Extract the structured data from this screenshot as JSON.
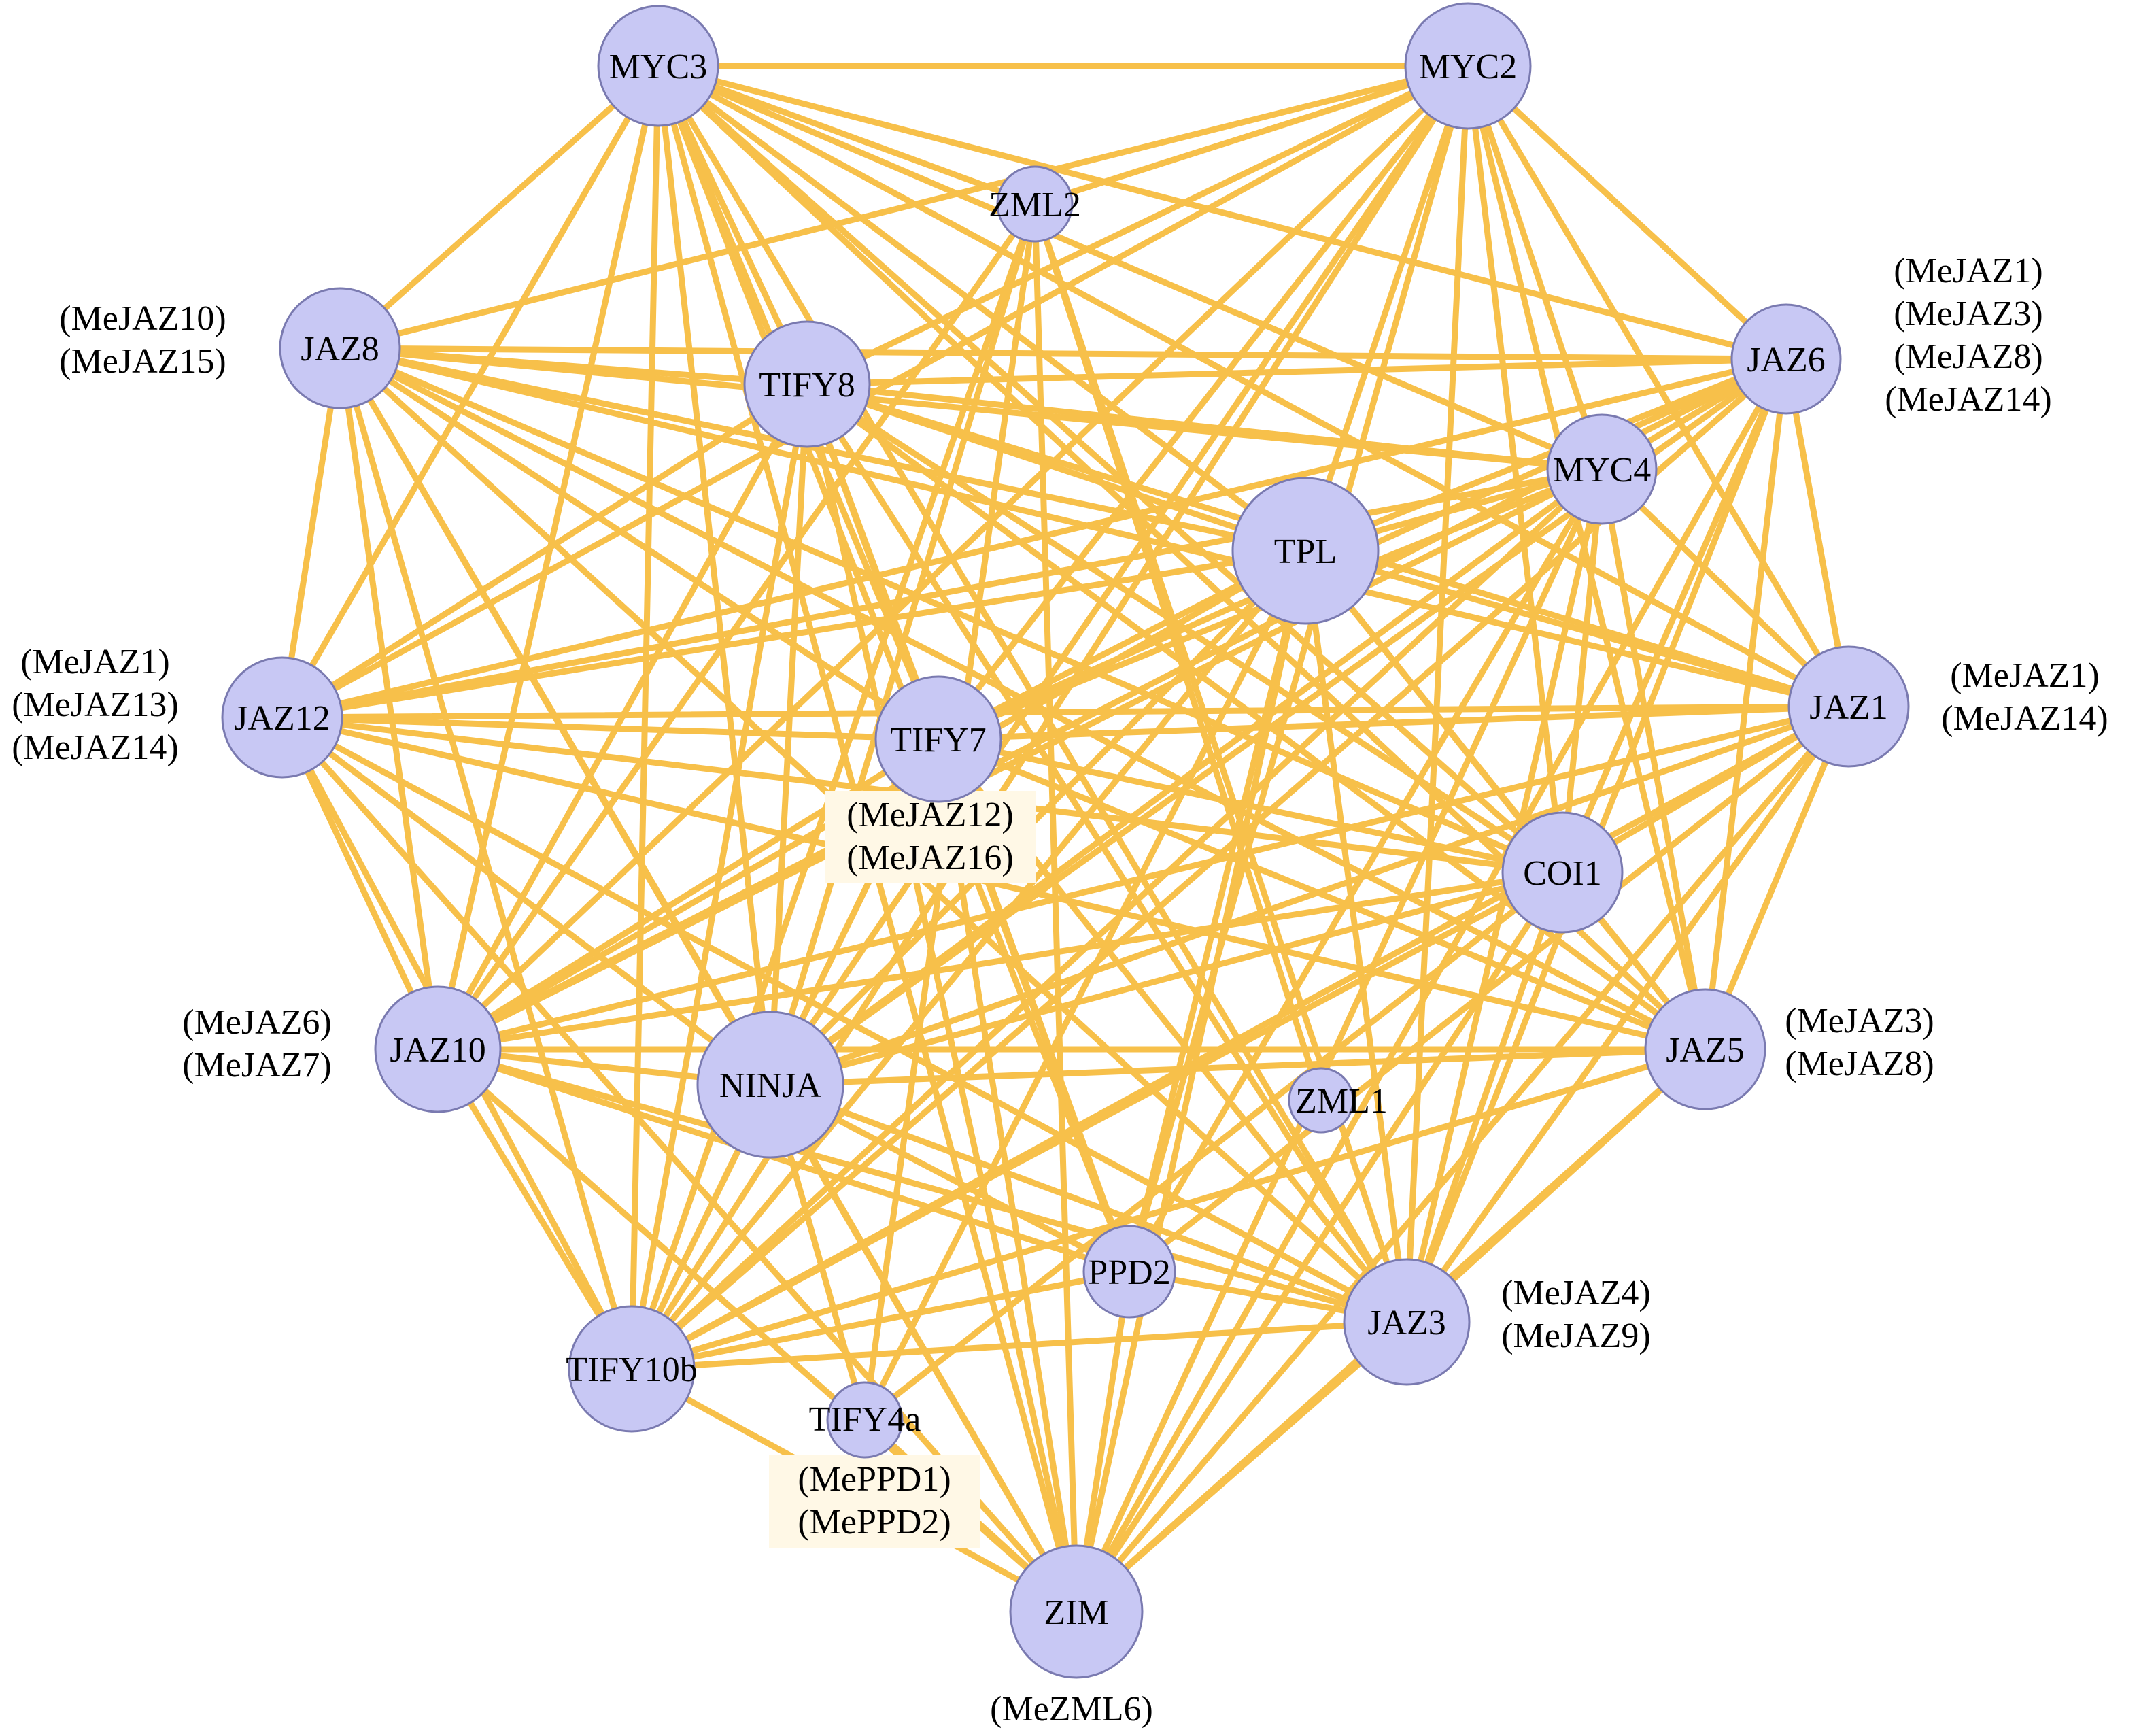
{
  "colors": {
    "edge": "#f7c04a",
    "node_fill": "#c8c8f4",
    "node_stroke": "#7a7ab0",
    "label_bg": "#fff8e6"
  },
  "nodes": [
    {
      "id": "MYC3",
      "label": "MYC3"
    },
    {
      "id": "MYC2",
      "label": "MYC2"
    },
    {
      "id": "ZML2",
      "label": "ZML2"
    },
    {
      "id": "JAZ8",
      "label": "JAZ8"
    },
    {
      "id": "TIFY8",
      "label": "TIFY8"
    },
    {
      "id": "JAZ6",
      "label": "JAZ6"
    },
    {
      "id": "MYC4",
      "label": "MYC4"
    },
    {
      "id": "TPL",
      "label": "TPL"
    },
    {
      "id": "JAZ12",
      "label": "JAZ12"
    },
    {
      "id": "TIFY7",
      "label": "TIFY7"
    },
    {
      "id": "JAZ1",
      "label": "JAZ1"
    },
    {
      "id": "COI1",
      "label": "COI1"
    },
    {
      "id": "JAZ10",
      "label": "JAZ10"
    },
    {
      "id": "NINJA",
      "label": "NINJA"
    },
    {
      "id": "ZML1",
      "label": "ZML1"
    },
    {
      "id": "JAZ5",
      "label": "JAZ5"
    },
    {
      "id": "PPD2",
      "label": "PPD2"
    },
    {
      "id": "JAZ3",
      "label": "JAZ3"
    },
    {
      "id": "TIFY10b",
      "label": "TIFY10b"
    },
    {
      "id": "TIFY4a",
      "label": "TIFY4a"
    },
    {
      "id": "ZIM",
      "label": "ZIM"
    }
  ],
  "annotations": [
    {
      "node": "JAZ8",
      "lines": [
        "(MeJAZ10)",
        "(MeJAZ15)"
      ]
    },
    {
      "node": "JAZ6",
      "lines": [
        "(MeJAZ1)",
        "(MeJAZ3)",
        "(MeJAZ8)",
        "(MeJAZ14)"
      ]
    },
    {
      "node": "JAZ12",
      "lines": [
        "(MeJAZ1)",
        "(MeJAZ13)",
        "(MeJAZ14)"
      ]
    },
    {
      "node": "JAZ1",
      "lines": [
        "(MeJAZ1)",
        "(MeJAZ14)"
      ]
    },
    {
      "node": "TIFY7",
      "lines": [
        "(MeJAZ12)",
        "(MeJAZ16)"
      ]
    },
    {
      "node": "JAZ10",
      "lines": [
        "(MeJAZ6)",
        "(MeJAZ7)"
      ]
    },
    {
      "node": "JAZ5",
      "lines": [
        "(MeJAZ3)",
        "(MeJAZ8)"
      ]
    },
    {
      "node": "JAZ3",
      "lines": [
        "(MeJAZ4)",
        "(MeJAZ9)"
      ]
    },
    {
      "node": "TIFY4a",
      "lines": [
        "(MePPD1)",
        "(MePPD2)"
      ]
    },
    {
      "node": "ZIM",
      "lines": [
        "(MeZML6)"
      ]
    }
  ],
  "edges": [
    [
      "MYC3",
      "MYC2"
    ],
    [
      "MYC3",
      "ZML2"
    ],
    [
      "MYC3",
      "JAZ8"
    ],
    [
      "MYC3",
      "TIFY8"
    ],
    [
      "MYC3",
      "JAZ6"
    ],
    [
      "MYC3",
      "MYC4"
    ],
    [
      "MYC3",
      "TPL"
    ],
    [
      "MYC3",
      "JAZ12"
    ],
    [
      "MYC3",
      "TIFY7"
    ],
    [
      "MYC3",
      "JAZ1"
    ],
    [
      "MYC3",
      "COI1"
    ],
    [
      "MYC3",
      "JAZ10"
    ],
    [
      "MYC3",
      "NINJA"
    ],
    [
      "MYC3",
      "JAZ5"
    ],
    [
      "MYC3",
      "JAZ3"
    ],
    [
      "MYC3",
      "TIFY10b"
    ],
    [
      "MYC3",
      "ZIM"
    ],
    [
      "MYC3",
      "PPD2"
    ],
    [
      "MYC2",
      "ZML2"
    ],
    [
      "MYC2",
      "JAZ8"
    ],
    [
      "MYC2",
      "TIFY8"
    ],
    [
      "MYC2",
      "JAZ6"
    ],
    [
      "MYC2",
      "MYC4"
    ],
    [
      "MYC2",
      "TPL"
    ],
    [
      "MYC2",
      "JAZ12"
    ],
    [
      "MYC2",
      "TIFY7"
    ],
    [
      "MYC2",
      "JAZ1"
    ],
    [
      "MYC2",
      "COI1"
    ],
    [
      "MYC2",
      "JAZ10"
    ],
    [
      "MYC2",
      "NINJA"
    ],
    [
      "MYC2",
      "JAZ5"
    ],
    [
      "MYC2",
      "JAZ3"
    ],
    [
      "MYC2",
      "TIFY10b"
    ],
    [
      "MYC2",
      "PPD2"
    ],
    [
      "ZML2",
      "JAZ10"
    ],
    [
      "ZML2",
      "NINJA"
    ],
    [
      "ZML2",
      "ZIM"
    ],
    [
      "ZML2",
      "TIFY4a"
    ],
    [
      "ZML2",
      "JAZ3"
    ],
    [
      "ZML2",
      "TIFY10b"
    ],
    [
      "ZML2",
      "ZML1"
    ],
    [
      "JAZ8",
      "TIFY8"
    ],
    [
      "JAZ8",
      "JAZ6"
    ],
    [
      "JAZ8",
      "MYC4"
    ],
    [
      "JAZ8",
      "TPL"
    ],
    [
      "JAZ8",
      "JAZ12"
    ],
    [
      "JAZ8",
      "TIFY7"
    ],
    [
      "JAZ8",
      "JAZ1"
    ],
    [
      "JAZ8",
      "COI1"
    ],
    [
      "JAZ8",
      "JAZ10"
    ],
    [
      "JAZ8",
      "NINJA"
    ],
    [
      "JAZ8",
      "JAZ5"
    ],
    [
      "JAZ8",
      "JAZ3"
    ],
    [
      "JAZ8",
      "TIFY10b"
    ],
    [
      "JAZ8",
      "ZIM"
    ],
    [
      "TIFY8",
      "JAZ6"
    ],
    [
      "TIFY8",
      "MYC4"
    ],
    [
      "TIFY8",
      "TPL"
    ],
    [
      "TIFY8",
      "JAZ12"
    ],
    [
      "TIFY8",
      "TIFY7"
    ],
    [
      "TIFY8",
      "JAZ1"
    ],
    [
      "TIFY8",
      "COI1"
    ],
    [
      "TIFY8",
      "JAZ10"
    ],
    [
      "TIFY8",
      "NINJA"
    ],
    [
      "TIFY8",
      "JAZ5"
    ],
    [
      "TIFY8",
      "JAZ3"
    ],
    [
      "TIFY8",
      "TIFY10b"
    ],
    [
      "TIFY8",
      "ZIM"
    ],
    [
      "TIFY8",
      "PPD2"
    ],
    [
      "JAZ6",
      "MYC4"
    ],
    [
      "JAZ6",
      "TPL"
    ],
    [
      "JAZ6",
      "JAZ12"
    ],
    [
      "JAZ6",
      "TIFY7"
    ],
    [
      "JAZ6",
      "JAZ1"
    ],
    [
      "JAZ6",
      "COI1"
    ],
    [
      "JAZ6",
      "JAZ10"
    ],
    [
      "JAZ6",
      "NINJA"
    ],
    [
      "JAZ6",
      "JAZ5"
    ],
    [
      "JAZ6",
      "JAZ3"
    ],
    [
      "JAZ6",
      "TIFY10b"
    ],
    [
      "JAZ6",
      "ZIM"
    ],
    [
      "MYC4",
      "TPL"
    ],
    [
      "MYC4",
      "JAZ12"
    ],
    [
      "MYC4",
      "TIFY7"
    ],
    [
      "MYC4",
      "JAZ1"
    ],
    [
      "MYC4",
      "COI1"
    ],
    [
      "MYC4",
      "JAZ10"
    ],
    [
      "MYC4",
      "NINJA"
    ],
    [
      "MYC4",
      "JAZ5"
    ],
    [
      "MYC4",
      "JAZ3"
    ],
    [
      "MYC4",
      "TIFY10b"
    ],
    [
      "MYC4",
      "ZIM"
    ],
    [
      "MYC4",
      "PPD2"
    ],
    [
      "TPL",
      "JAZ12"
    ],
    [
      "TPL",
      "TIFY7"
    ],
    [
      "TPL",
      "JAZ1"
    ],
    [
      "TPL",
      "COI1"
    ],
    [
      "TPL",
      "JAZ10"
    ],
    [
      "TPL",
      "NINJA"
    ],
    [
      "TPL",
      "JAZ5"
    ],
    [
      "TPL",
      "JAZ3"
    ],
    [
      "TPL",
      "TIFY10b"
    ],
    [
      "TPL",
      "ZIM"
    ],
    [
      "TPL",
      "PPD2"
    ],
    [
      "TPL",
      "TIFY4a"
    ],
    [
      "JAZ12",
      "TIFY7"
    ],
    [
      "JAZ12",
      "JAZ1"
    ],
    [
      "JAZ12",
      "COI1"
    ],
    [
      "JAZ12",
      "JAZ10"
    ],
    [
      "JAZ12",
      "NINJA"
    ],
    [
      "JAZ12",
      "JAZ5"
    ],
    [
      "JAZ12",
      "JAZ3"
    ],
    [
      "JAZ12",
      "TIFY10b"
    ],
    [
      "JAZ12",
      "ZIM"
    ],
    [
      "TIFY7",
      "JAZ1"
    ],
    [
      "TIFY7",
      "COI1"
    ],
    [
      "TIFY7",
      "JAZ10"
    ],
    [
      "TIFY7",
      "NINJA"
    ],
    [
      "TIFY7",
      "JAZ5"
    ],
    [
      "TIFY7",
      "JAZ3"
    ],
    [
      "TIFY7",
      "TIFY10b"
    ],
    [
      "TIFY7",
      "ZIM"
    ],
    [
      "TIFY7",
      "PPD2"
    ],
    [
      "JAZ1",
      "COI1"
    ],
    [
      "JAZ1",
      "JAZ10"
    ],
    [
      "JAZ1",
      "NINJA"
    ],
    [
      "JAZ1",
      "JAZ5"
    ],
    [
      "JAZ1",
      "JAZ3"
    ],
    [
      "JAZ1",
      "TIFY10b"
    ],
    [
      "JAZ1",
      "ZIM"
    ],
    [
      "JAZ1",
      "PPD2"
    ],
    [
      "COI1",
      "JAZ10"
    ],
    [
      "COI1",
      "NINJA"
    ],
    [
      "COI1",
      "JAZ5"
    ],
    [
      "COI1",
      "JAZ3"
    ],
    [
      "COI1",
      "TIFY10b"
    ],
    [
      "COI1",
      "ZIM"
    ],
    [
      "COI1",
      "TIFY4a"
    ],
    [
      "JAZ10",
      "NINJA"
    ],
    [
      "JAZ10",
      "JAZ5"
    ],
    [
      "JAZ10",
      "JAZ3"
    ],
    [
      "JAZ10",
      "TIFY10b"
    ],
    [
      "JAZ10",
      "ZIM"
    ],
    [
      "JAZ10",
      "PPD2"
    ],
    [
      "NINJA",
      "JAZ5"
    ],
    [
      "NINJA",
      "JAZ3"
    ],
    [
      "NINJA",
      "TIFY10b"
    ],
    [
      "NINJA",
      "ZIM"
    ],
    [
      "NINJA",
      "PPD2"
    ],
    [
      "NINJA",
      "TIFY4a"
    ],
    [
      "JAZ5",
      "JAZ3"
    ],
    [
      "JAZ5",
      "TIFY10b"
    ],
    [
      "JAZ5",
      "ZIM"
    ],
    [
      "PPD2",
      "JAZ3"
    ],
    [
      "PPD2",
      "ZIM"
    ],
    [
      "PPD2",
      "TIFY10b"
    ],
    [
      "JAZ3",
      "TIFY10b"
    ],
    [
      "JAZ3",
      "ZIM"
    ],
    [
      "TIFY10b",
      "ZIM"
    ],
    [
      "TIFY4a",
      "ZIM"
    ]
  ]
}
